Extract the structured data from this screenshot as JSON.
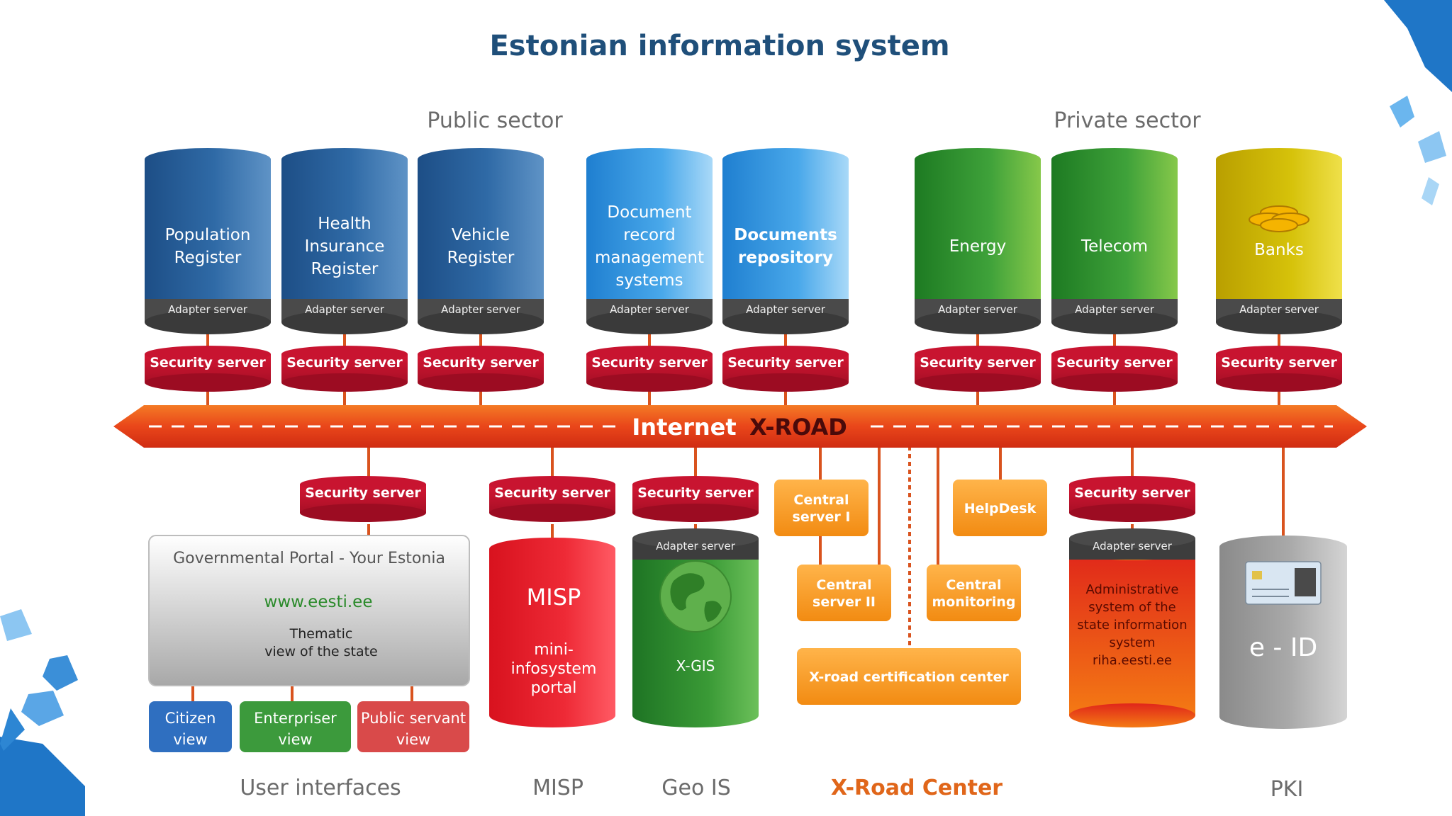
{
  "title": "Estonian information system",
  "sections": {
    "public": "Public sector",
    "private": "Private sector"
  },
  "colors": {
    "title": "#1f4f7a",
    "section": "#6b6b6b",
    "xroad_orange": "#e8581c",
    "security_red": "#c4122e",
    "line": "#d9531e"
  },
  "databases": [
    {
      "lines": [
        "Population",
        "Register"
      ],
      "adapter": "Adapter server",
      "color": "navy"
    },
    {
      "lines": [
        "Health",
        "Insurance",
        "Register"
      ],
      "adapter": "Adapter server",
      "color": "navy"
    },
    {
      "lines": [
        "Vehicle",
        "Register"
      ],
      "adapter": "Adapter server",
      "color": "navy"
    },
    {
      "lines": [
        "Document",
        "record",
        "management",
        "systems"
      ],
      "adapter": "Adapter server",
      "color": "sky"
    },
    {
      "lines": [
        "Documents",
        "repository"
      ],
      "adapter": "Adapter server",
      "color": "sky"
    },
    {
      "lines": [
        "Energy"
      ],
      "adapter": "Adapter server",
      "color": "green"
    },
    {
      "lines": [
        "Telecom"
      ],
      "adapter": "Adapter server",
      "color": "green"
    },
    {
      "lines": [
        "Banks"
      ],
      "adapter": "Adapter server",
      "color": "gold",
      "icon": "coins-icon"
    }
  ],
  "security_label": "Security server",
  "xroad": {
    "internet": "Internet",
    "label": "X-ROAD"
  },
  "portal": {
    "title": "Governmental Portal - Your Estonia",
    "url": "www.eesti.ee",
    "desc_lines": [
      "Thematic",
      "view of the state"
    ]
  },
  "views": [
    {
      "lines": [
        "Citizen",
        "view"
      ],
      "color": "#2f6fc0"
    },
    {
      "lines": [
        "Enterpriser",
        "view"
      ],
      "color": "#3c9a3c"
    },
    {
      "lines": [
        "Public servant",
        "view"
      ],
      "color": "#d94a4a"
    }
  ],
  "misp": {
    "title": "MISP",
    "lines": [
      "mini-",
      "infosystem",
      "portal"
    ]
  },
  "geo": {
    "adapter": "Adapter server",
    "label": "X-GIS",
    "icon": "globe-icon"
  },
  "center_boxes": {
    "central1": [
      "Central",
      "server I"
    ],
    "central2": [
      "Central",
      "server II"
    ],
    "helpdesk": [
      "HelpDesk"
    ],
    "monitoring": [
      "Central",
      "monitoring"
    ],
    "certification": [
      "X-road certification center"
    ]
  },
  "admin": {
    "adapter": "Adapter server",
    "lines": [
      "Administrative",
      "system of the",
      "state information",
      "system",
      "riha.eesti.ee"
    ]
  },
  "eid": {
    "label": "e - ID",
    "icon": "id-card-icon"
  },
  "bottom_labels": {
    "ui": "User interfaces",
    "misp": "MISP",
    "geo": "Geo IS",
    "center": "X-Road Center",
    "pki": "PKI"
  }
}
